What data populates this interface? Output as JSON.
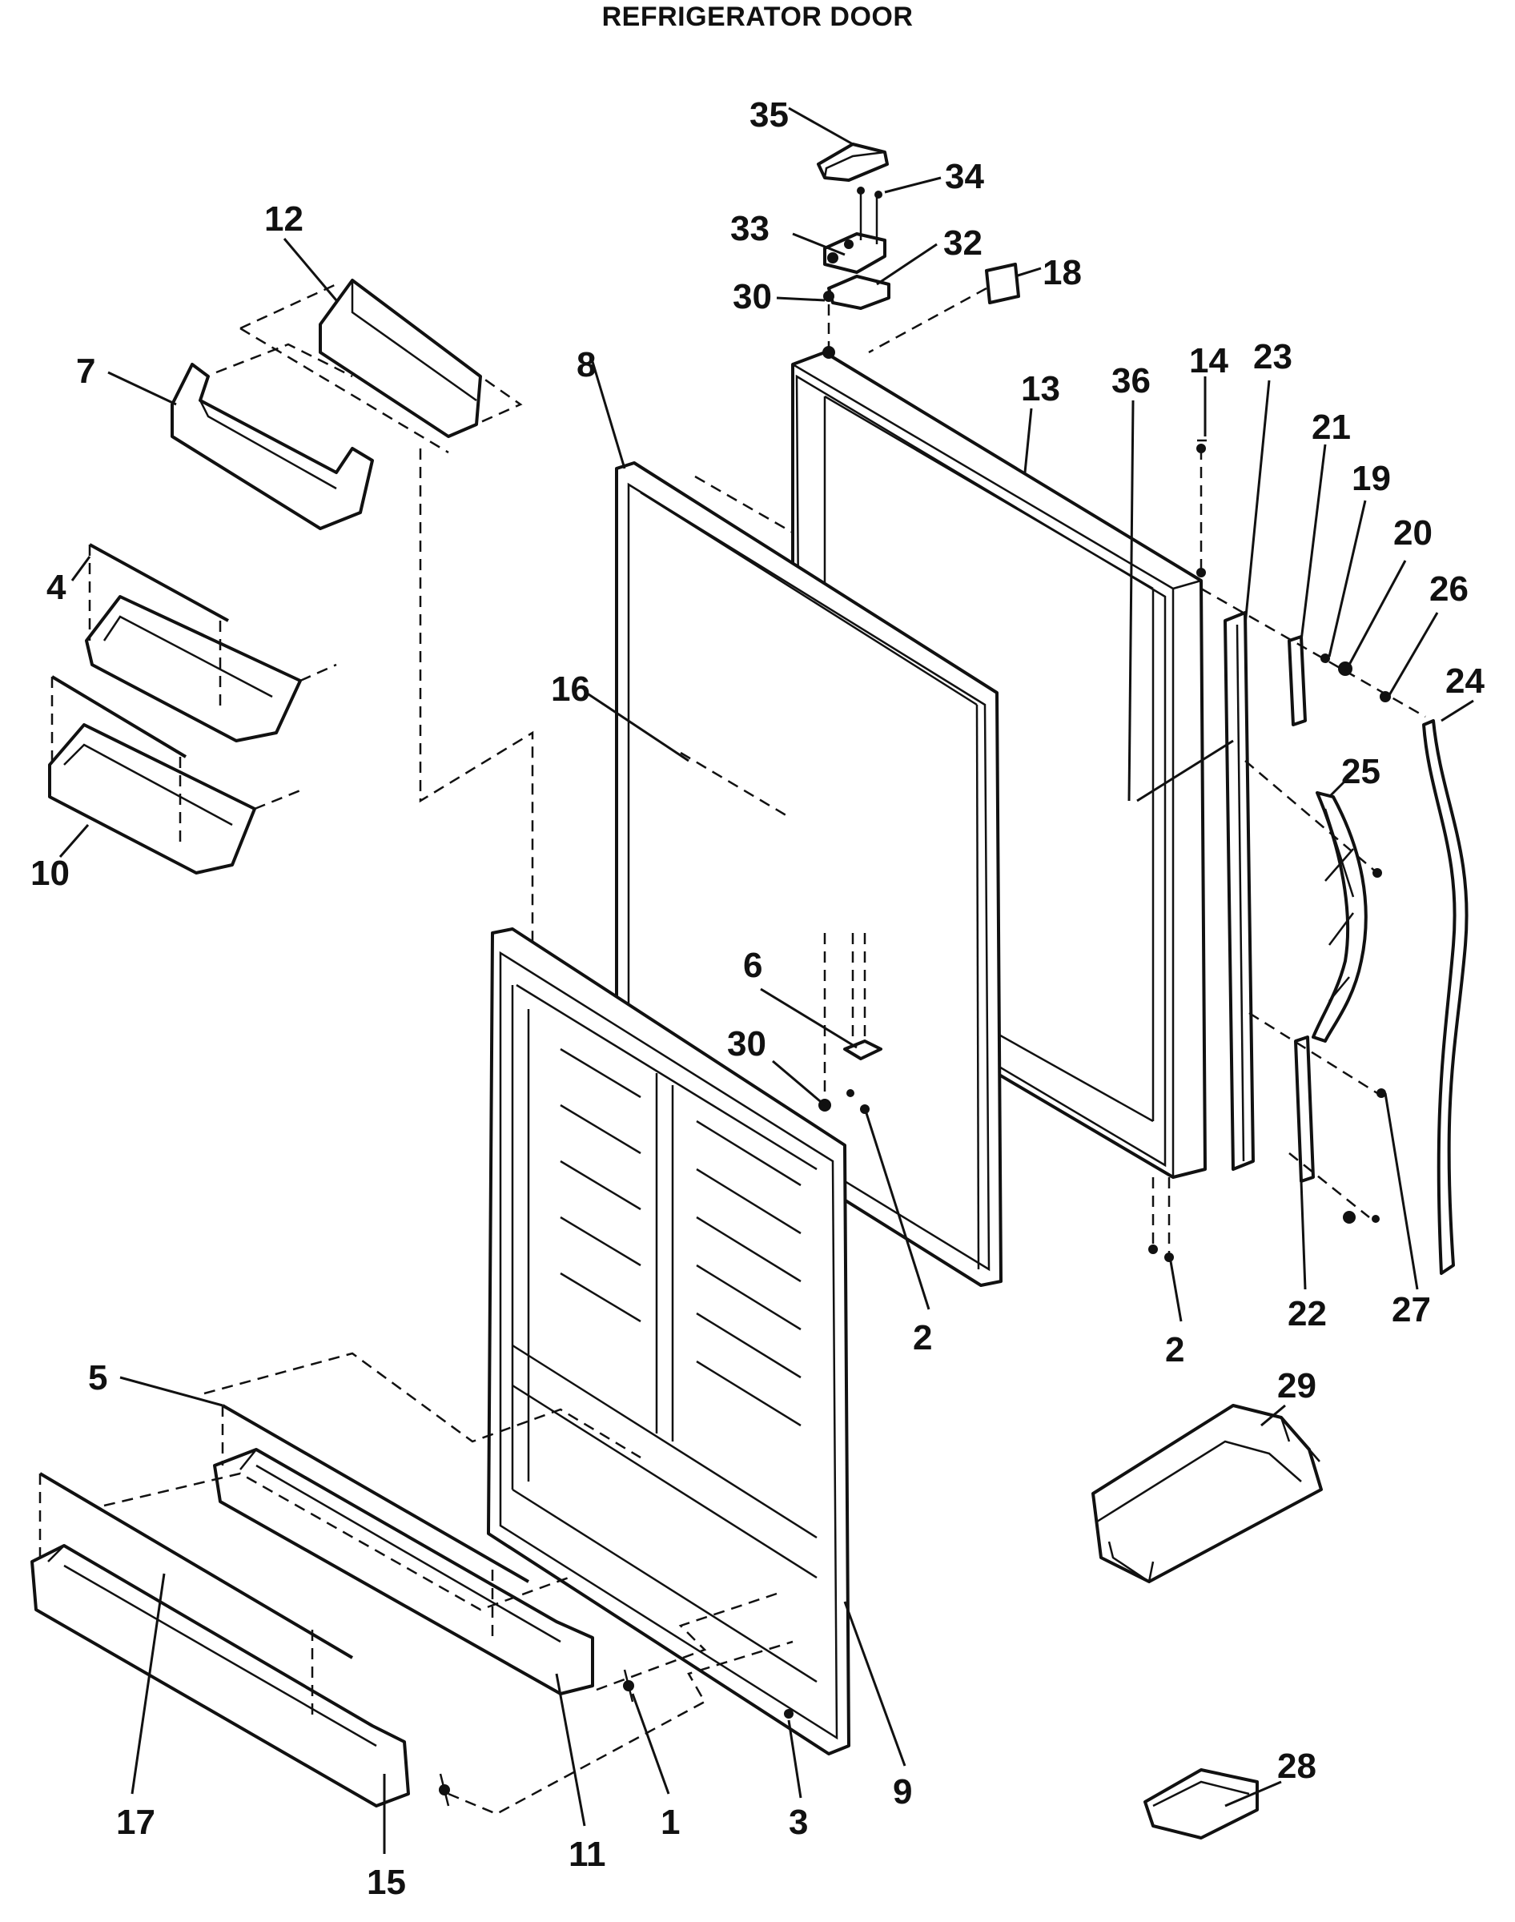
{
  "title": "REFRIGERATOR DOOR",
  "callouts": [
    {
      "id": "c35",
      "label": "35"
    },
    {
      "id": "c34",
      "label": "34"
    },
    {
      "id": "c33",
      "label": "33"
    },
    {
      "id": "c32",
      "label": "32"
    },
    {
      "id": "c30a",
      "label": "30"
    },
    {
      "id": "c18",
      "label": "18"
    },
    {
      "id": "c12",
      "label": "12"
    },
    {
      "id": "c7",
      "label": "7"
    },
    {
      "id": "c8",
      "label": "8"
    },
    {
      "id": "c13",
      "label": "13"
    },
    {
      "id": "c36",
      "label": "36"
    },
    {
      "id": "c14",
      "label": "14"
    },
    {
      "id": "c23",
      "label": "23"
    },
    {
      "id": "c21",
      "label": "21"
    },
    {
      "id": "c19",
      "label": "19"
    },
    {
      "id": "c20",
      "label": "20"
    },
    {
      "id": "c26",
      "label": "26"
    },
    {
      "id": "c24",
      "label": "24"
    },
    {
      "id": "c4",
      "label": "4"
    },
    {
      "id": "c16",
      "label": "16"
    },
    {
      "id": "c25",
      "label": "25"
    },
    {
      "id": "c10",
      "label": "10"
    },
    {
      "id": "c6",
      "label": "6"
    },
    {
      "id": "c30b",
      "label": "30"
    },
    {
      "id": "c2a",
      "label": "2"
    },
    {
      "id": "c2b",
      "label": "2"
    },
    {
      "id": "c22",
      "label": "22"
    },
    {
      "id": "c27",
      "label": "27"
    },
    {
      "id": "c5",
      "label": "5"
    },
    {
      "id": "c29",
      "label": "29"
    },
    {
      "id": "c9",
      "label": "9"
    },
    {
      "id": "c28",
      "label": "28"
    },
    {
      "id": "c17",
      "label": "17"
    },
    {
      "id": "c15",
      "label": "15"
    },
    {
      "id": "c11",
      "label": "11"
    },
    {
      "id": "c1",
      "label": "1"
    },
    {
      "id": "c3",
      "label": "3"
    }
  ]
}
